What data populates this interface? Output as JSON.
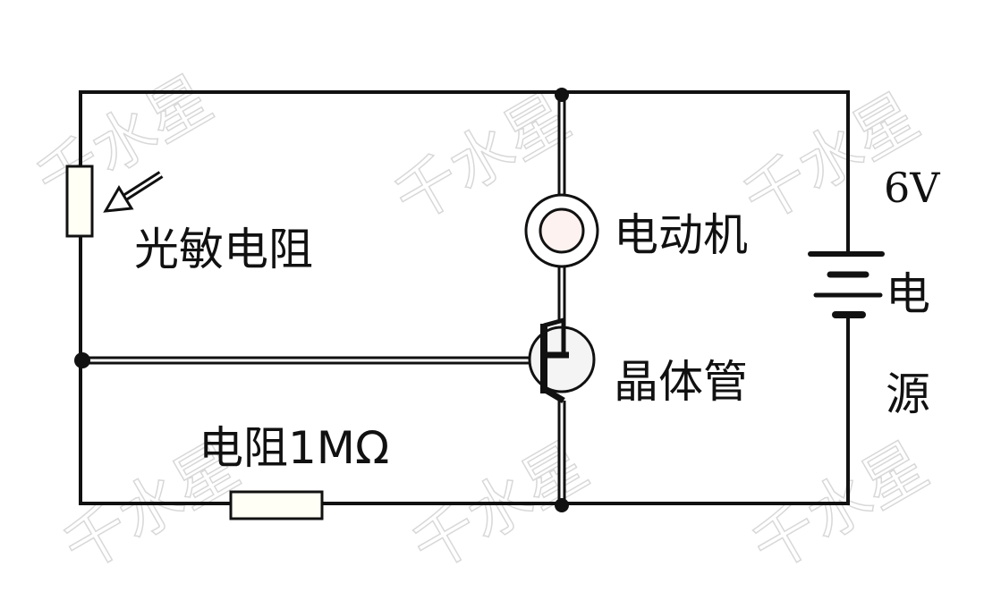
{
  "labels": {
    "photoresistor": "光敏电阻",
    "motor": "电动机",
    "transistor": "晶体管",
    "resistor": "电阻1MΩ",
    "voltage": "6V",
    "power_char1": "电",
    "power_char2": "源"
  },
  "watermark": "千水星"
}
